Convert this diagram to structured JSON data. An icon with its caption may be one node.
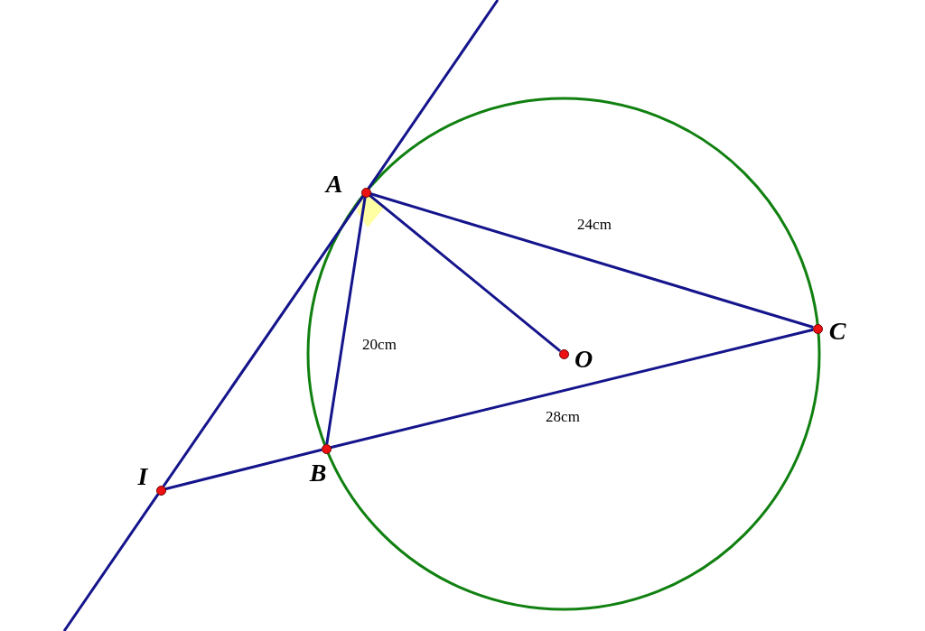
{
  "diagram": {
    "nodes": [
      {
        "text": [],
        "shape": "circle",
        "beside": [
          "A"
        ]
      },
      {
        "text": [],
        "shape": "circle",
        "beside": [
          "B"
        ]
      },
      {
        "text": [],
        "shape": "circle",
        "beside": [
          "C"
        ]
      },
      {
        "text": [],
        "shape": "circle",
        "beside": [
          "I"
        ]
      },
      {
        "text": [],
        "shape": "circle",
        "beside": [
          "O"
        ]
      }
    ],
    "edges": [
      {
        "from": 0,
        "to": 1,
        "arrow": "none",
        "label": "20cm"
      },
      {
        "from": 0,
        "to": 2,
        "arrow": "none",
        "label": "24cm"
      },
      {
        "from": 1,
        "to": 2,
        "arrow": "none",
        "label": "28cm"
      },
      {
        "from": 0,
        "to": 4,
        "arrow": "none"
      },
      {
        "from": 3,
        "to": 1,
        "arrow": "none"
      },
      {
        "from": 3,
        "to": 0,
        "arrow": "none"
      },
      {
        "from": 0,
        "to": null,
        "arrow": "none"
      },
      {
        "from": 3,
        "to": null,
        "arrow": "none"
      }
    ]
  }
}
